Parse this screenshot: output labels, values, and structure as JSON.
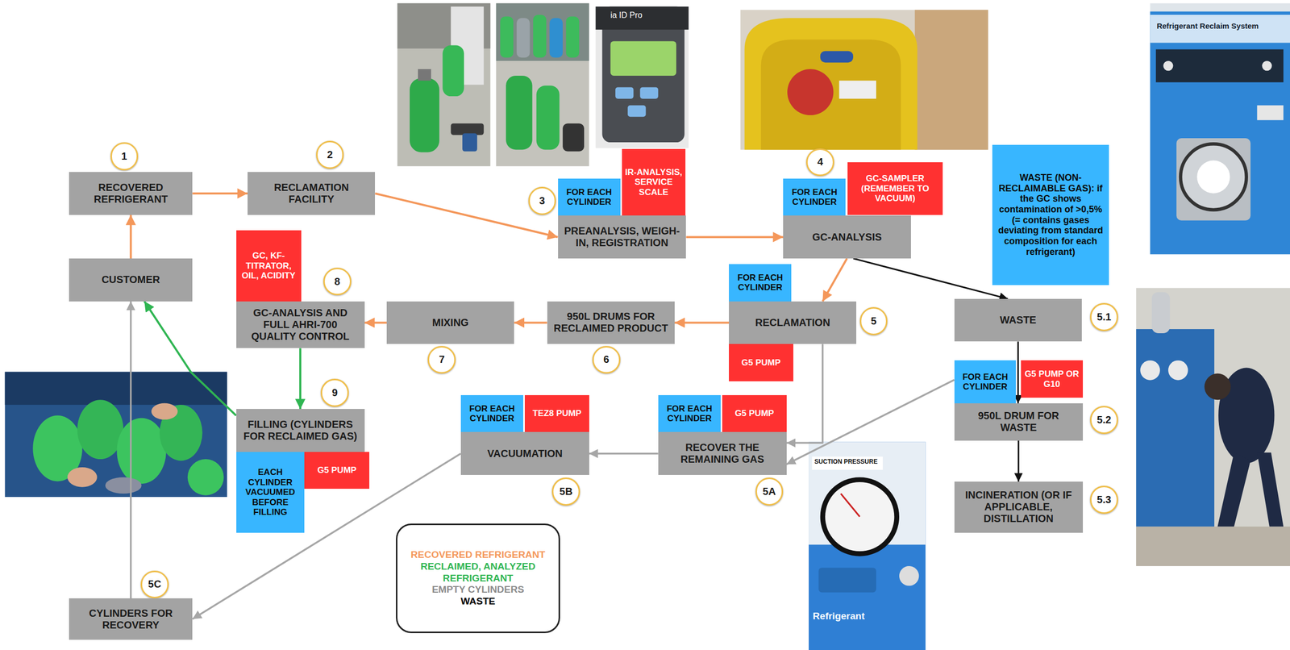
{
  "diagram": {
    "nodes": [
      {
        "text": [
          "1"
        ]
      },
      {
        "text": [
          "RECOVERED REFRIGERANT"
        ]
      },
      {
        "text": [
          "2"
        ]
      },
      {
        "text": [
          "RECLAMATION FACILITY"
        ]
      },
      {
        "text": [
          "FOR EACH CYLINDER"
        ]
      },
      {
        "text": [
          "IR-ANALYSIS, SERVICE SCALE"
        ]
      },
      {
        "text": [
          "3"
        ]
      },
      {
        "text": [
          "PREANALYSIS, WEIGH-IN, REGISTRATION"
        ]
      },
      {
        "text": [
          "4"
        ]
      },
      {
        "text": [
          "FOR EACH CYLINDER"
        ]
      },
      {
        "text": [
          "GC-SAMPLER (REMEMBER TO VACUUM)"
        ]
      },
      {
        "text": [
          "GC-ANALYSIS"
        ]
      },
      {
        "text": [
          "WASTE (NON-RECLAIMABLE GAS): if the GC shows contamination of >0,5% (= contains gases deviating from standard composition for each refrigerant)"
        ]
      },
      {
        "text": [
          "CUSTOMER"
        ]
      },
      {
        "text": [
          "GC, KF-TITRATOR, OIL, ACIDITY"
        ]
      },
      {
        "text": [
          "8"
        ]
      },
      {
        "text": [
          "GC-ANALYSIS AND FULL AHRI-700 QUALITY CONTROL"
        ]
      },
      {
        "text": [
          "MIXING"
        ]
      },
      {
        "text": [
          "7"
        ]
      },
      {
        "text": [
          "950L DRUMS FOR RECLAIMED PRODUCT"
        ]
      },
      {
        "text": [
          "6"
        ]
      },
      {
        "text": [
          "FOR EACH CYLINDER"
        ]
      },
      {
        "text": [
          "RECLAMATION"
        ]
      },
      {
        "text": [
          "5"
        ]
      },
      {
        "text": [
          "G5 PUMP"
        ]
      },
      {
        "text": [
          "WASTE"
        ]
      },
      {
        "text": [
          "5.1"
        ]
      },
      {
        "text": [
          "FOR EACH CYLINDER"
        ]
      },
      {
        "text": [
          "G5 PUMP OR G10"
        ]
      },
      {
        "text": [
          "950L DRUM FOR WASTE"
        ]
      },
      {
        "text": [
          "5.2"
        ]
      },
      {
        "text": [
          "INCINERATION (OR IF APPLICABLE, DISTILLATION"
        ]
      },
      {
        "text": [
          "5.3"
        ]
      },
      {
        "text": [
          "9"
        ]
      },
      {
        "text": [
          "FILLING (CYLINDERS FOR RECLAIMED GAS)"
        ]
      },
      {
        "text": [
          "EACH CYLINDER VACUUMED BEFORE FILLING"
        ]
      },
      {
        "text": [
          "G5 PUMP"
        ]
      },
      {
        "text": [
          "FOR EACH CYLINDER"
        ]
      },
      {
        "text": [
          "TEZ8 PUMP"
        ]
      },
      {
        "text": [
          "VACUUMATION"
        ]
      },
      {
        "text": [
          "5B"
        ]
      },
      {
        "text": [
          "FOR EACH CYLINDER"
        ]
      },
      {
        "text": [
          "G5 PUMP"
        ]
      },
      {
        "text": [
          "RECOVER THE REMAINING GAS"
        ]
      },
      {
        "text": [
          "5A"
        ]
      },
      {
        "text": [
          "5C"
        ]
      },
      {
        "text": [
          "CYLINDERS FOR RECOVERY"
        ]
      }
    ],
    "edges": [
      {
        "from": 13,
        "to": 1,
        "arrow": "to"
      },
      {
        "from": 1,
        "to": 3,
        "arrow": "to"
      },
      {
        "from": 3,
        "to": 7,
        "arrow": "to"
      },
      {
        "from": 7,
        "to": 11,
        "arrow": "to"
      },
      {
        "from": 11,
        "to": 22,
        "arrow": "to"
      },
      {
        "from": 11,
        "to": 25,
        "arrow": "to"
      },
      {
        "from": 22,
        "to": 19,
        "arrow": "to"
      },
      {
        "from": 19,
        "to": 17,
        "arrow": "to"
      },
      {
        "from": 17,
        "to": 16,
        "arrow": "to"
      },
      {
        "from": 16,
        "to": 34,
        "arrow": "to"
      },
      {
        "from": 34,
        "to": 13,
        "arrow": "to"
      },
      {
        "from": 22,
        "to": 43,
        "arrow": "to"
      },
      {
        "from": 43,
        "to": 39,
        "arrow": "to"
      },
      {
        "from": 39,
        "to": 46,
        "arrow": "to"
      },
      {
        "from": 46,
        "to": 13,
        "arrow": "to"
      },
      {
        "from": 25,
        "to": 29,
        "arrow": "to"
      },
      {
        "from": 29,
        "to": 31,
        "arrow": "to"
      },
      {
        "from": 27,
        "to": 43,
        "arrow": "to"
      }
    ],
    "labels": [
      "ia ID Pro",
      "Refrigerant Reclaim System",
      "SUCTION PRESSURE",
      "Refrigerant"
    ],
    "legend": [
      {
        "text": "RECOVERED REFRIGERANT",
        "color": "#f4975a"
      },
      {
        "text": "RECLAIMED, ANALYZED REFRIGERANT",
        "color": "#2fb552"
      },
      {
        "text": "EMPTY CYLINDERS",
        "color": "#8a8a8a"
      },
      {
        "text": "WASTE",
        "color": "#000000"
      }
    ]
  }
}
